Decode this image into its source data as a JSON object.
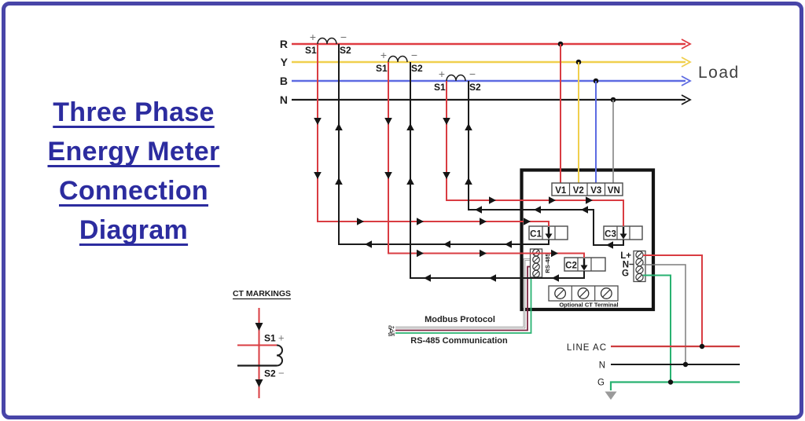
{
  "title": {
    "lines": [
      "Three Phase",
      "Energy Meter",
      "Connection",
      "Diagram"
    ]
  },
  "load_label": "Load",
  "phase_labels": {
    "r": "R",
    "y": "Y",
    "b": "B",
    "n": "N"
  },
  "ct_marks": {
    "s1": "S1",
    "s2": "S2",
    "plus": "+",
    "minus": "−"
  },
  "meter": {
    "v_terminals": [
      "V1",
      "V2",
      "V3",
      "VN"
    ],
    "c1": "C1",
    "c2": "C2",
    "c3": "C3",
    "rs485_label": "RS-485",
    "l_plus": "L+",
    "n": "N",
    "g": "G",
    "optional_ct_label": "Optional CT Terminal"
  },
  "comm": {
    "modbus_label": "Modbus Protocol",
    "rs485_label": "RS-485 Communication",
    "pin_dplus": "D+",
    "pin_dminus": "D-",
    "pin_sh": "SH"
  },
  "mains": {
    "line_ac": "LINE AC",
    "n": "N",
    "g": "G"
  },
  "legend": {
    "title": "CT MARKINGS",
    "s1": "S1",
    "s2": "S2",
    "plus": "+",
    "minus": "−"
  },
  "colors": {
    "phase_r": "#df3b41",
    "phase_y": "#f0cf4d",
    "phase_b": "#5d6be2",
    "phase_n": "#1b1b1b",
    "wire_red": "#d93c42",
    "wire_black": "#1b1b1b",
    "wire_gray": "#7d7d7d",
    "wire_green": "#29b271",
    "wire_maroon": "#7e2743",
    "title_blue": "#2c2c9f",
    "border_purple": "#4845a8",
    "label_gray": "#6e6e6e"
  }
}
